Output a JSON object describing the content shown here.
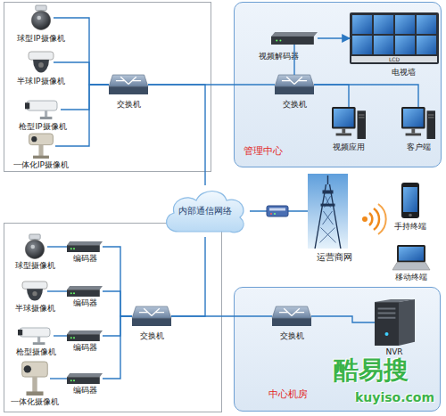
{
  "diagram": {
    "nodes": [
      {
        "text": [
          "球型IP摄像机"
        ]
      },
      {
        "text": [
          "半球IP摄像机"
        ]
      },
      {
        "text": [
          "枪型IP摄像机"
        ]
      },
      {
        "text": [
          "一体化IP摄像机"
        ]
      },
      {
        "text": [
          "交换机"
        ]
      },
      {
        "text": [
          "管理中心"
        ]
      },
      {
        "text": [
          "视频解码器"
        ],
        "in": 5
      },
      {
        "text": [
          "电视墙"
        ],
        "in": 5
      },
      {
        "text": [
          "交换机"
        ],
        "in": 5
      },
      {
        "text": [
          "视频应用"
        ],
        "in": 5
      },
      {
        "text": [
          "客户端"
        ],
        "in": 5
      },
      {
        "text": [
          "内部通信网络"
        ]
      },
      {
        "text": [
          "运营商网"
        ]
      },
      {
        "text": [
          "手持终端"
        ]
      },
      {
        "text": [
          "移动终端"
        ]
      },
      {
        "text": [
          "球型摄像机"
        ]
      },
      {
        "text": [
          "编码器"
        ]
      },
      {
        "text": [
          "半球摄像机"
        ]
      },
      {
        "text": [
          "编码器"
        ]
      },
      {
        "text": [
          "枪型摄像机"
        ]
      },
      {
        "text": [
          "编码器"
        ]
      },
      {
        "text": [
          "一体化摄像机"
        ]
      },
      {
        "text": [
          "编码器"
        ]
      },
      {
        "text": [
          "交换机"
        ]
      },
      {
        "text": [
          "中心机房"
        ]
      },
      {
        "text": [
          "交换机"
        ],
        "in": 24
      },
      {
        "text": [
          "NVR"
        ],
        "in": 24
      }
    ],
    "edges": [
      {
        "from": 0,
        "to": 4,
        "arrow": "none"
      },
      {
        "from": 1,
        "to": 4,
        "arrow": "none"
      },
      {
        "from": 2,
        "to": 4,
        "arrow": "none"
      },
      {
        "from": 3,
        "to": 4,
        "arrow": "none"
      },
      {
        "from": 4,
        "to": 8,
        "arrow": "none"
      },
      {
        "from": 4,
        "to": 11,
        "arrow": "none"
      },
      {
        "from": 8,
        "to": 6,
        "arrow": "none"
      },
      {
        "from": 6,
        "to": 7,
        "arrow": "to"
      },
      {
        "from": 8,
        "to": 9,
        "arrow": "none"
      },
      {
        "from": 8,
        "to": 10,
        "arrow": "none"
      },
      {
        "from": 11,
        "to": 12,
        "arrow": "none"
      },
      {
        "from": 15,
        "to": 16,
        "arrow": "none"
      },
      {
        "from": 17,
        "to": 18,
        "arrow": "none"
      },
      {
        "from": 19,
        "to": 20,
        "arrow": "none"
      },
      {
        "from": 21,
        "to": 22,
        "arrow": "none"
      },
      {
        "from": 16,
        "to": 23,
        "arrow": "none"
      },
      {
        "from": 18,
        "to": 23,
        "arrow": "none"
      },
      {
        "from": 20,
        "to": 23,
        "arrow": "none"
      },
      {
        "from": 22,
        "to": 23,
        "arrow": "none"
      },
      {
        "from": 23,
        "to": 11,
        "arrow": "none"
      },
      {
        "from": 23,
        "to": 25,
        "arrow": "none"
      },
      {
        "from": 25,
        "to": 26,
        "arrow": "none"
      }
    ],
    "labels": [
      "LCD",
      "酷易搜",
      "kuyiso.com"
    ]
  }
}
